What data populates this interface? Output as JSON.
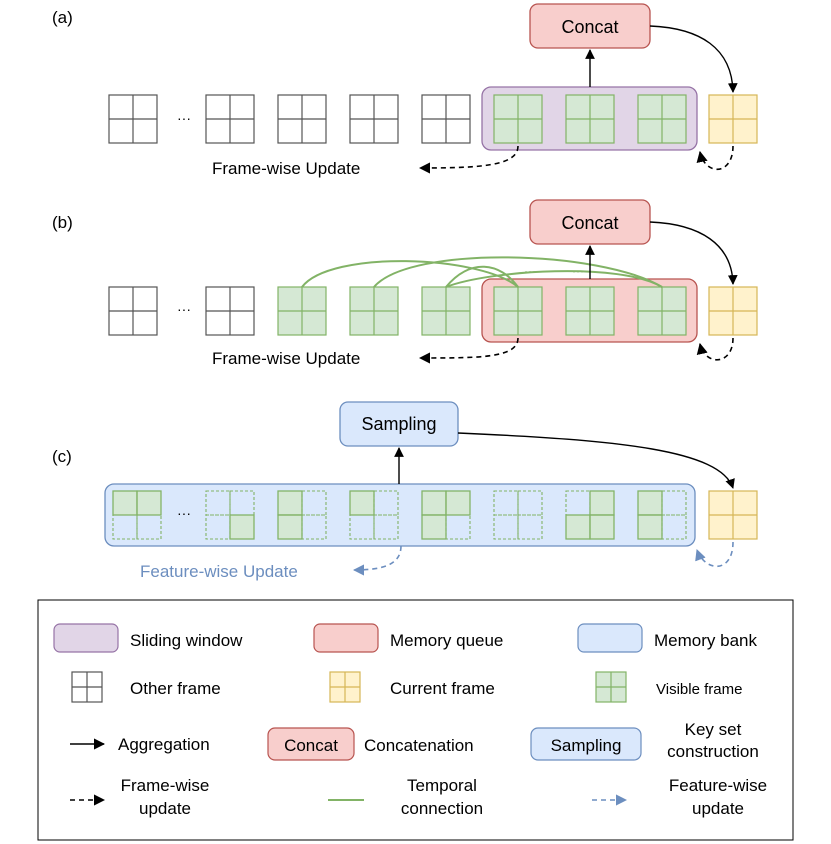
{
  "colors": {
    "gray_stroke": "#555555",
    "green_fill": "#d5e8d4",
    "green_stroke": "#82b366",
    "yellow_fill": "#fff2cc",
    "yellow_stroke": "#d6b656",
    "purple_fill": "#e1d5e7",
    "purple_stroke": "#9673a6",
    "red_fill": "#f8cecc",
    "red_stroke": "#b85450",
    "blue_fill": "#dae8fc",
    "blue_stroke": "#6c8ebf",
    "blue_text": "#6c8ebf"
  },
  "panel_a": {
    "label": "(a)",
    "ellipsis": "···",
    "concat_label": "Concat",
    "update_label": "Frame-wise Update"
  },
  "panel_b": {
    "label": "(b)",
    "ellipsis": "···",
    "dots_1": "···",
    "dots_2": "···",
    "concat_label": "Concat",
    "update_label": "Frame-wise Update"
  },
  "panel_c": {
    "label": "(c)",
    "ellipsis": "···",
    "sampling_label": "Sampling",
    "update_label": "Feature-wise Update"
  },
  "legend": {
    "sliding_window": "Sliding window",
    "memory_queue": "Memory queue",
    "memory_bank": "Memory bank",
    "other_frame": "Other frame",
    "current_frame": "Current frame",
    "visible_frame": "Visible frame",
    "aggregation": "Aggregation",
    "concat_box": "Concat",
    "concatenation": "Concatenation",
    "sampling_box": "Sampling",
    "key_set_1": "Key set",
    "key_set_2": "construction",
    "frame_update_1": "Frame-wise",
    "frame_update_2": "update",
    "temporal_1": "Temporal",
    "temporal_2": "connection",
    "feature_update_1": "Feature-wise",
    "feature_update_2": "update"
  }
}
